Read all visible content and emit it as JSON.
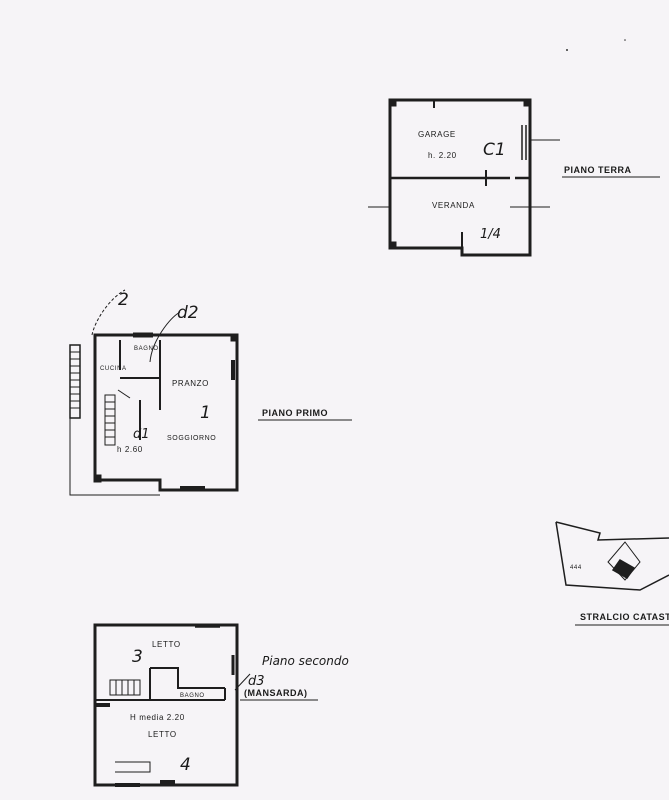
{
  "ground_floor": {
    "title": "PIANO TERRA",
    "garage_label": "GARAGE",
    "garage_height": "h. 2.20",
    "garage_mark": "C1",
    "veranda_label": "VERANDA",
    "veranda_mark": "1/4"
  },
  "first_floor": {
    "title": "PIANO PRIMO",
    "pranzo_label": "PRANZO",
    "soggiorno_label": "SOGGIORNO",
    "room_number": "1",
    "height_label": "h 2.60",
    "cucina_label": "CUCINA",
    "bagno_label": "BAGNO",
    "mark_2": "2",
    "mark_d2": "d2",
    "mark_d1": "d1"
  },
  "second_floor": {
    "title": "Piano secondo",
    "mansarda": "(MANSARDA)",
    "letto_top": "LETTO",
    "letto_bottom": "LETTO",
    "bagno": "BAGNO",
    "height_label": "H media 2.20",
    "mark_3": "3",
    "mark_d3": "d3",
    "mark_4": "4"
  },
  "cadastral": {
    "title": "STRALCIO CATASTALE",
    "parcel_label": "444"
  }
}
